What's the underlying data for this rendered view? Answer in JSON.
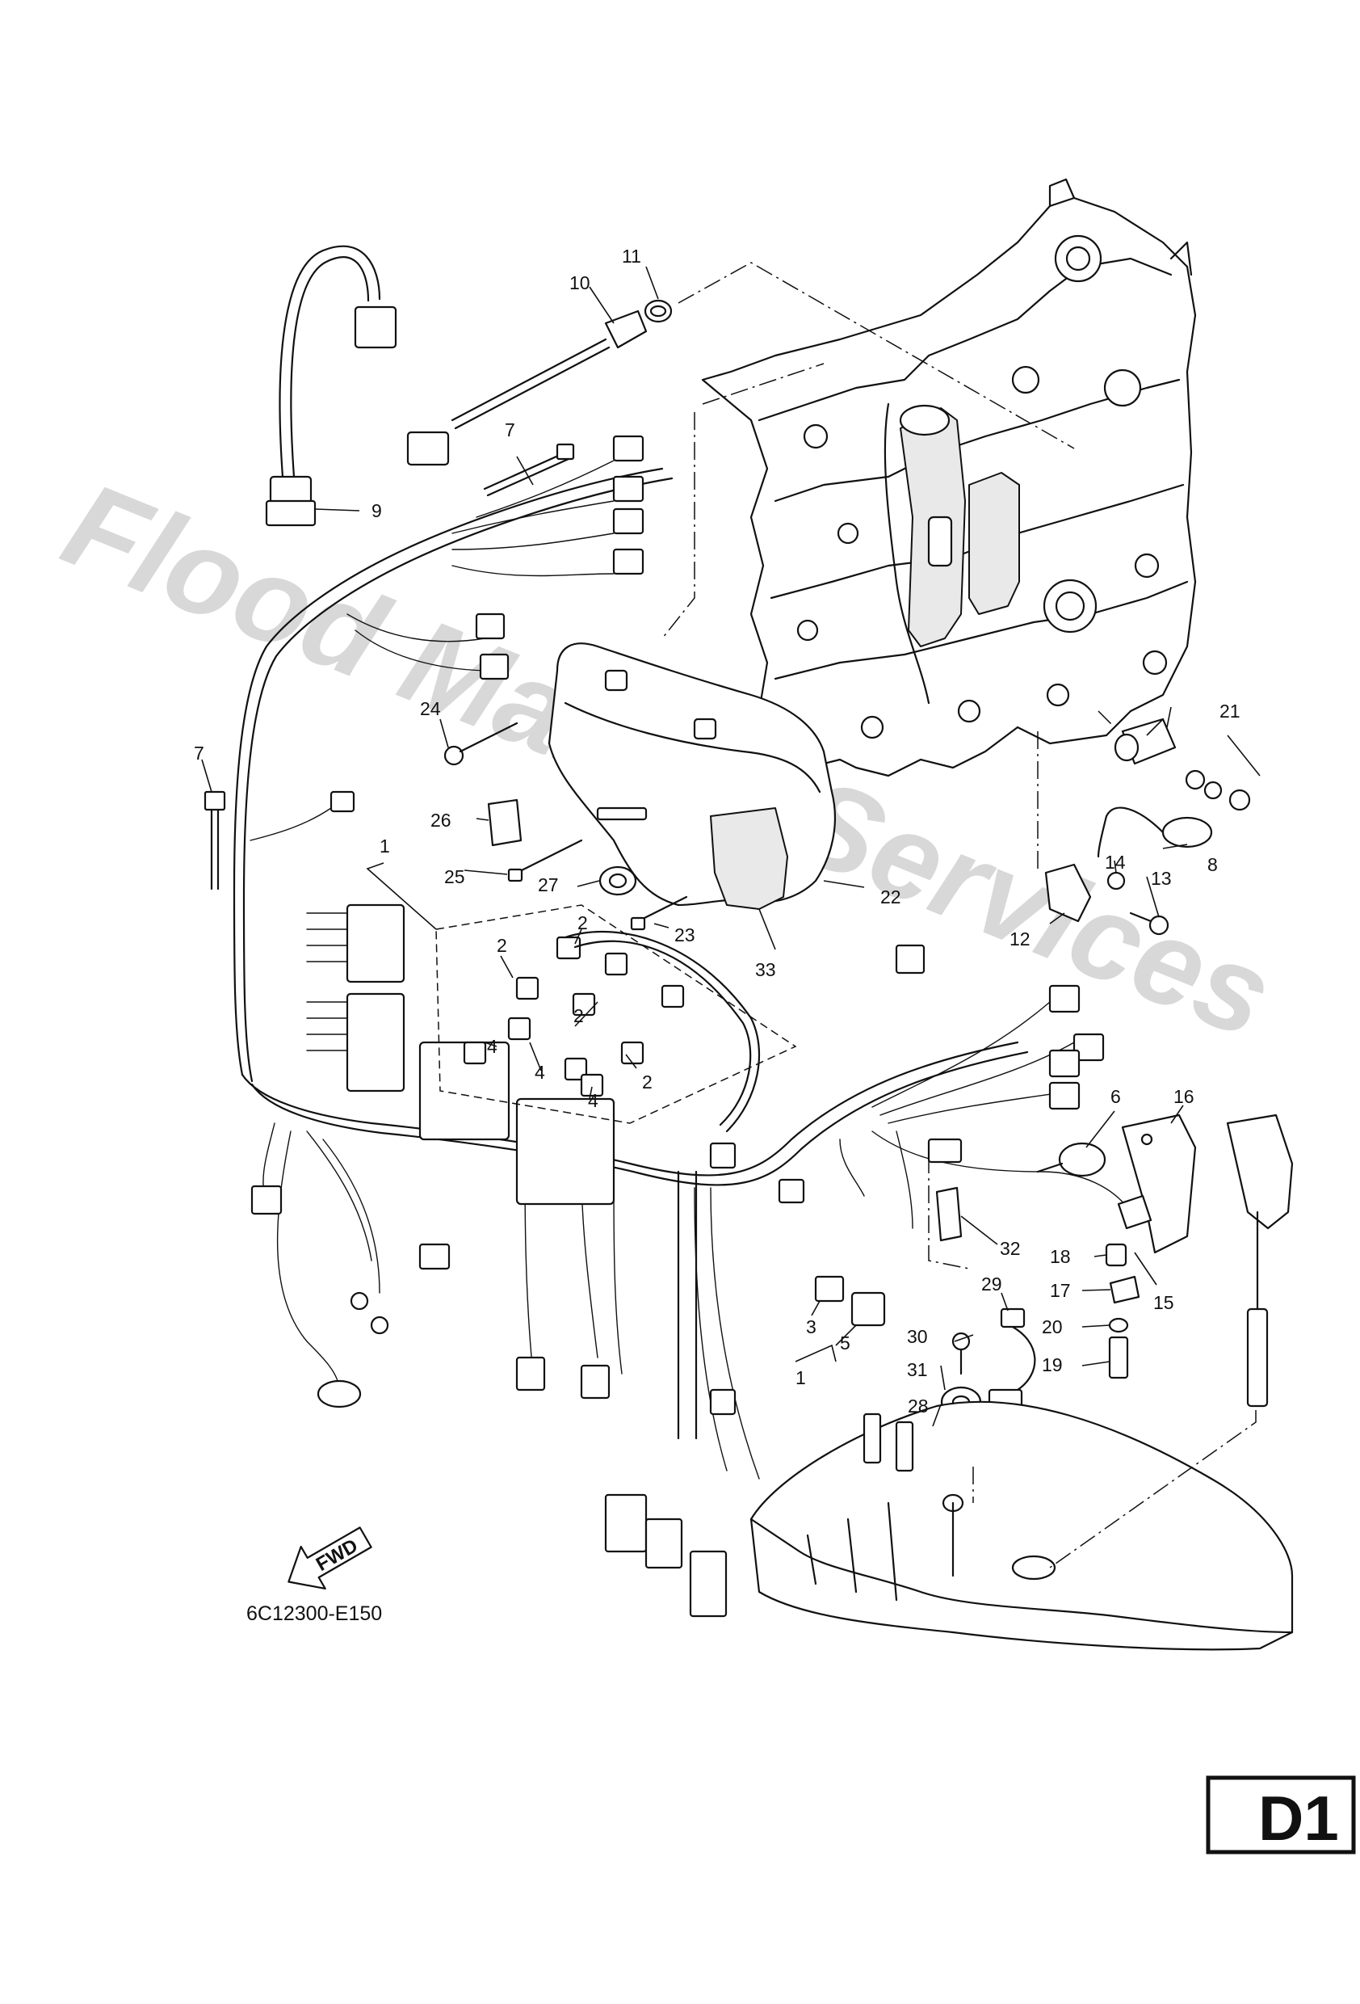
{
  "watermark": "Flood Marine Services",
  "drawing_code": "6C12300-E150",
  "section_badge": "D1",
  "fwd_arrow_label": "FWD",
  "part_labels": {
    "p1a": "1",
    "p1b": "1",
    "p2a": "2",
    "p2b": "2",
    "p2c": "2",
    "p2d": "2",
    "p3": "3",
    "p4a": "4",
    "p4b": "4",
    "p4c": "4",
    "p5": "5",
    "p6": "6",
    "p7a": "7",
    "p7b": "7",
    "p8": "8",
    "p9": "9",
    "p10": "10",
    "p11": "11",
    "p12": "12",
    "p13": "13",
    "p14": "14",
    "p15": "15",
    "p16": "16",
    "p17": "17",
    "p18": "18",
    "p19": "19",
    "p20": "20",
    "p21": "21",
    "p22": "22",
    "p23": "23",
    "p24": "24",
    "p25": "25",
    "p26": "26",
    "p27": "27",
    "p28": "28",
    "p29": "29",
    "p30": "30",
    "p31": "31",
    "p32": "32",
    "p33": "33"
  }
}
